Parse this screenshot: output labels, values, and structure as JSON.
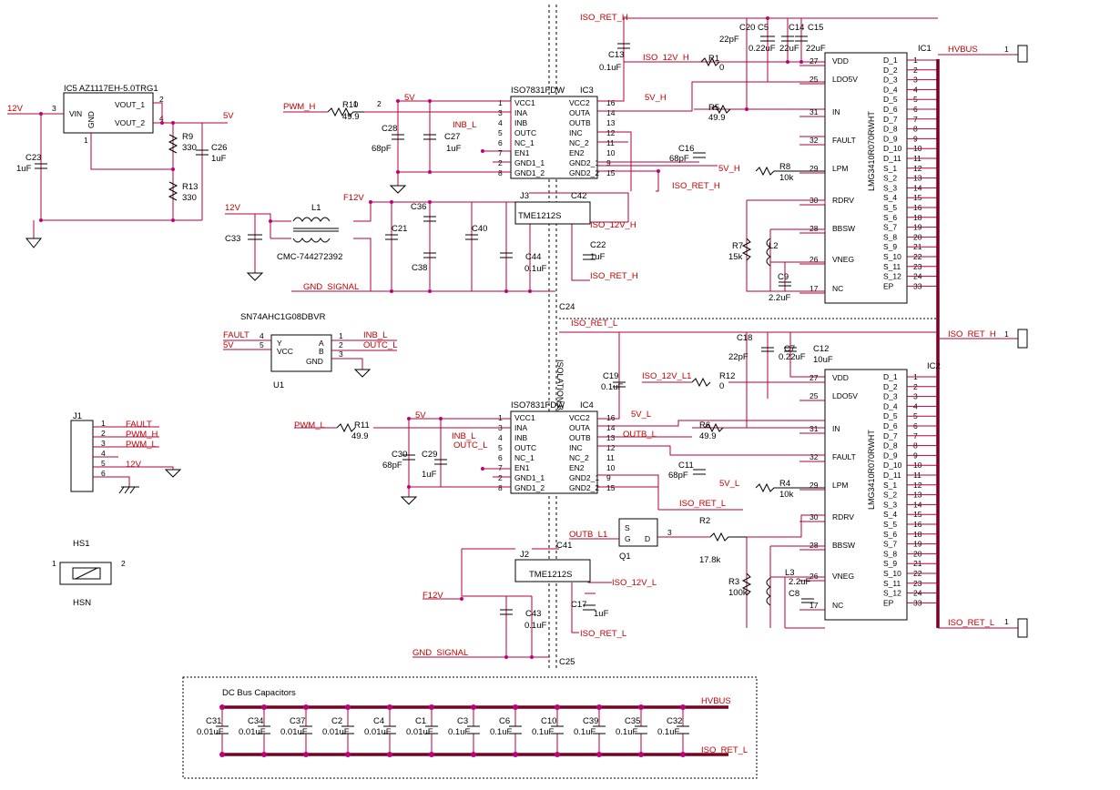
{
  "nets": {
    "iso_ret_h_top": "ISO_RET_H",
    "twelve_v_left": "12V",
    "five_v_ic5": "5V",
    "pwm_h": "PWM_H",
    "five_v_ic3": "5V",
    "inb_l_ic3": "INB_L",
    "iso_12v_h": "ISO_12V_H",
    "five_v_h": "5V_H",
    "five_v_h_lpm": "5V_H",
    "iso_ret_h_mid": "ISO_RET_H",
    "f12v": "F12V",
    "twelve_v_cmc": "12V",
    "iso_12v_h_j3": "ISO_12V_H",
    "iso_ret_h_j3": "ISO_RET_H",
    "gnd_signal_top": "GND_SIGNAL",
    "hvbus": "HVBUS",
    "iso_ret_h_right": "ISO_RET_H",
    "iso_ret_l_right": "ISO_RET_L",
    "iso_ret_l_mid": "ISO_RET_L",
    "fault_u1": "FAULT",
    "five_v_u1": "5V",
    "inb_l_u1": "INB_L",
    "outc_l_u1": "OUTC_L",
    "pwm_l": "PWM_L",
    "five_v_ic4": "5V",
    "inb_l_ic4": "INB_L",
    "outc_l_ic4": "OUTC_L",
    "iso_12v_l1": "ISO_12V_L1",
    "five_v_l": "5V_L",
    "outb_l": "OUTB_L",
    "five_v_l_lpm": "5V_L",
    "iso_ret_l_q1": "ISO_RET_L",
    "outb_l1": "OUTB_L1",
    "iso_12v_l": "ISO_12V_L",
    "f12v_bottom": "F12V",
    "iso_ret_l_j2": "ISO_RET_L",
    "gnd_signal_bottom": "GND_SIGNAL",
    "hvbus_bottom": "HVBUS",
    "iso_ret_l_bottom": "ISO_RET_L",
    "j1_fault": "FAULT",
    "j1_pwm_h": "PWM_H",
    "j1_pwm_l": "PWM_L",
    "j1_12v": "12V"
  },
  "refs": {
    "ic5": "IC5  AZ1117EH-5.0TRG1",
    "ic5_vin": "VIN",
    "ic5_gnd": "GND",
    "ic5_vout1": "VOUT_1",
    "ic5_vout2": "VOUT_2",
    "c23": "C23",
    "c23_v": "1uF",
    "r9": "R9",
    "r9_v": "330",
    "r13": "R13",
    "r13_v": "330",
    "c26": "C26",
    "c26_v": "1uF",
    "r10": "R10",
    "r10_v": "49.9",
    "c28": "C28",
    "c28_v": "68pF",
    "c27": "C27",
    "c27_v": "1uF",
    "ic3_part": "ISO7831FDW",
    "ic3": "IC3",
    "c13": "C13",
    "c13_v": "0.1uF",
    "r1": "R1",
    "r1_v": "0",
    "c20": "C20",
    "c20_v": "22pF",
    "c5": "C5",
    "c5_v": "0.22uF",
    "c14": "C14",
    "c14_v": "22uF",
    "c15": "C15",
    "c15_v": "22uF",
    "r5": "R5",
    "r5_v": "49.9",
    "c16": "C16",
    "c16_v": "68pF",
    "r8": "R8",
    "r8_v": "10k",
    "ic1": "IC1",
    "ic_part": "LMG3410R070RWHT",
    "l1": "L1",
    "l1_part": "CMC-744272392",
    "c33": "C33",
    "c21": "C21",
    "c36": "C36",
    "c38": "C38",
    "c40": "C40",
    "j3": "J3",
    "tme": "TME1212S",
    "c42": "C42",
    "c44": "C44",
    "c44_v": "0.1uF",
    "c22": "C22",
    "c22_v": "1uF",
    "c24": "C24",
    "isolation": "ISOLATION BARRIER",
    "r7": "R7",
    "r7_v": "15k",
    "l2": "L2",
    "c9": "C9",
    "c9_v": "2.2uF",
    "u1_part": "SN74AHC1G08DBVR",
    "u1": "U1",
    "u1_y": "Y",
    "u1_vcc": "VCC",
    "u1_a": "A",
    "u1_b": "B",
    "u1_gnd": "GND",
    "c18": "C18",
    "c18_v": "22pF",
    "c7": "C7",
    "c7_v": "0.22uF",
    "c12": "C12",
    "c12_v": "10uF",
    "c19": "C19",
    "c19_v": "0.1uF",
    "r12": "R12",
    "r12_v": "0",
    "ic2": "IC2",
    "r11": "R11",
    "r11_v": "49.9",
    "ic4_part": "ISO7831FDW",
    "ic4": "IC4",
    "c30": "C30",
    "c30_v": "68pF",
    "c29": "C29",
    "c29_v": "1uF",
    "r6": "R6",
    "r6_v": "49.9",
    "c11": "C11",
    "c11_v": "68pF",
    "r4": "R4",
    "r4_v": "10k",
    "q1": "Q1",
    "r2": "R2",
    "r2_v": "17.8k",
    "r3": "R3",
    "r3_v": "100k",
    "l3": "L3",
    "c8": "C8",
    "c8_v": "2.2uF",
    "j2": "J2",
    "c41": "C41",
    "c43": "C43",
    "c43_v": "0.1uF",
    "c17": "C17",
    "c17_v": "1uF",
    "c25": "C25",
    "j1": "J1",
    "hs1": "HS1",
    "hsn": "HSN",
    "dc_bus": "DC Bus Capacitors"
  },
  "iso_pins_left": [
    "VCC1",
    "INA",
    "INB",
    "OUTC",
    "NC_1",
    "EN1",
    "GND1_1",
    "GND1_2"
  ],
  "iso_pins_left_nums": [
    "1",
    "3",
    "4",
    "5",
    "6",
    "7",
    "2",
    "8"
  ],
  "iso_pins_right": [
    "VCC2",
    "OUTA",
    "OUTB",
    "INC",
    "NC_2",
    "EN2",
    "GND2_1",
    "GND2_2"
  ],
  "iso_pins_right_nums": [
    "16",
    "14",
    "13",
    "12",
    "11",
    "10",
    "9",
    "15"
  ],
  "lmg_left_pins": [
    "VDD",
    "LDO5V",
    "IN",
    "FAULT",
    "LPM",
    "RDRV",
    "BBSW",
    "VNEG",
    "NC"
  ],
  "lmg_left_nums_ic1": [
    "27",
    "25",
    "31",
    "32",
    "29",
    "30",
    "28",
    "26",
    "17"
  ],
  "lmg_right_labels": [
    "D_1",
    "D_2",
    "D_3",
    "D_4",
    "D_5",
    "D_6",
    "D_7",
    "D_8",
    "D_9",
    "D_10",
    "D_11",
    "S_1",
    "S_2",
    "S_3",
    "S_4",
    "S_5",
    "S_6",
    "S_7",
    "S_8",
    "S_9",
    "S_10",
    "S_11",
    "S_12",
    "EP"
  ],
  "lmg_right_nums": [
    "1",
    "2",
    "3",
    "4",
    "5",
    "6",
    "7",
    "8",
    "9",
    "10",
    "11",
    "12",
    "13",
    "14",
    "15",
    "16",
    "18",
    "19",
    "20",
    "21",
    "22",
    "23",
    "24",
    "33"
  ],
  "j1_pins": [
    "1",
    "2",
    "3",
    "4",
    "5",
    "6"
  ],
  "dc_caps": [
    {
      "ref": "C31",
      "val": "0.01uF"
    },
    {
      "ref": "C34",
      "val": "0.01uF"
    },
    {
      "ref": "C37",
      "val": "0.01uF"
    },
    {
      "ref": "C2",
      "val": "0.01uF"
    },
    {
      "ref": "C4",
      "val": "0.01uF"
    },
    {
      "ref": "C1",
      "val": "0.01uF"
    },
    {
      "ref": "C3",
      "val": "0.1uF"
    },
    {
      "ref": "C6",
      "val": "0.1uF"
    },
    {
      "ref": "C10",
      "val": "0.1uF"
    },
    {
      "ref": "C39",
      "val": "0.1uF"
    },
    {
      "ref": "C35",
      "val": "0.1uF"
    },
    {
      "ref": "C32",
      "val": "0.1uF"
    }
  ],
  "colors": {
    "wire": "#b3003a",
    "net_label": "#c00000",
    "bus": "#7a0020",
    "junction": "#c0007a"
  }
}
